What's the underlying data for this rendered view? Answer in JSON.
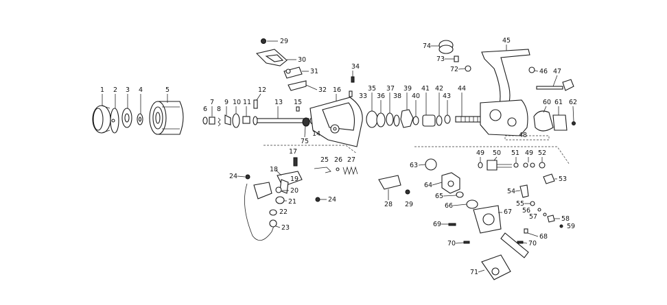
{
  "diagram": {
    "type": "exploded-parts-diagram",
    "line_color": "#1a1a1a",
    "background": "#ffffff",
    "callouts": [
      "1",
      "2",
      "3",
      "4",
      "5",
      "6",
      "7",
      "8",
      "9",
      "10",
      "11",
      "12",
      "13",
      "14",
      "15",
      "16",
      "17",
      "18",
      "19",
      "20",
      "21",
      "22",
      "23",
      "24",
      "24",
      "25",
      "26",
      "27",
      "28",
      "29",
      "29",
      "30",
      "31",
      "32",
      "33",
      "34",
      "35",
      "36",
      "37",
      "38",
      "39",
      "40",
      "41",
      "42",
      "43",
      "44",
      "45",
      "46",
      "47",
      "48",
      "49",
      "49",
      "50",
      "51",
      "52",
      "53",
      "54",
      "55",
      "56",
      "57",
      "58",
      "59",
      "60",
      "61",
      "62",
      "63",
      "64",
      "65",
      "66",
      "67",
      "68",
      "69",
      "70",
      "70",
      "71",
      "72",
      "73",
      "74",
      "75"
    ]
  }
}
